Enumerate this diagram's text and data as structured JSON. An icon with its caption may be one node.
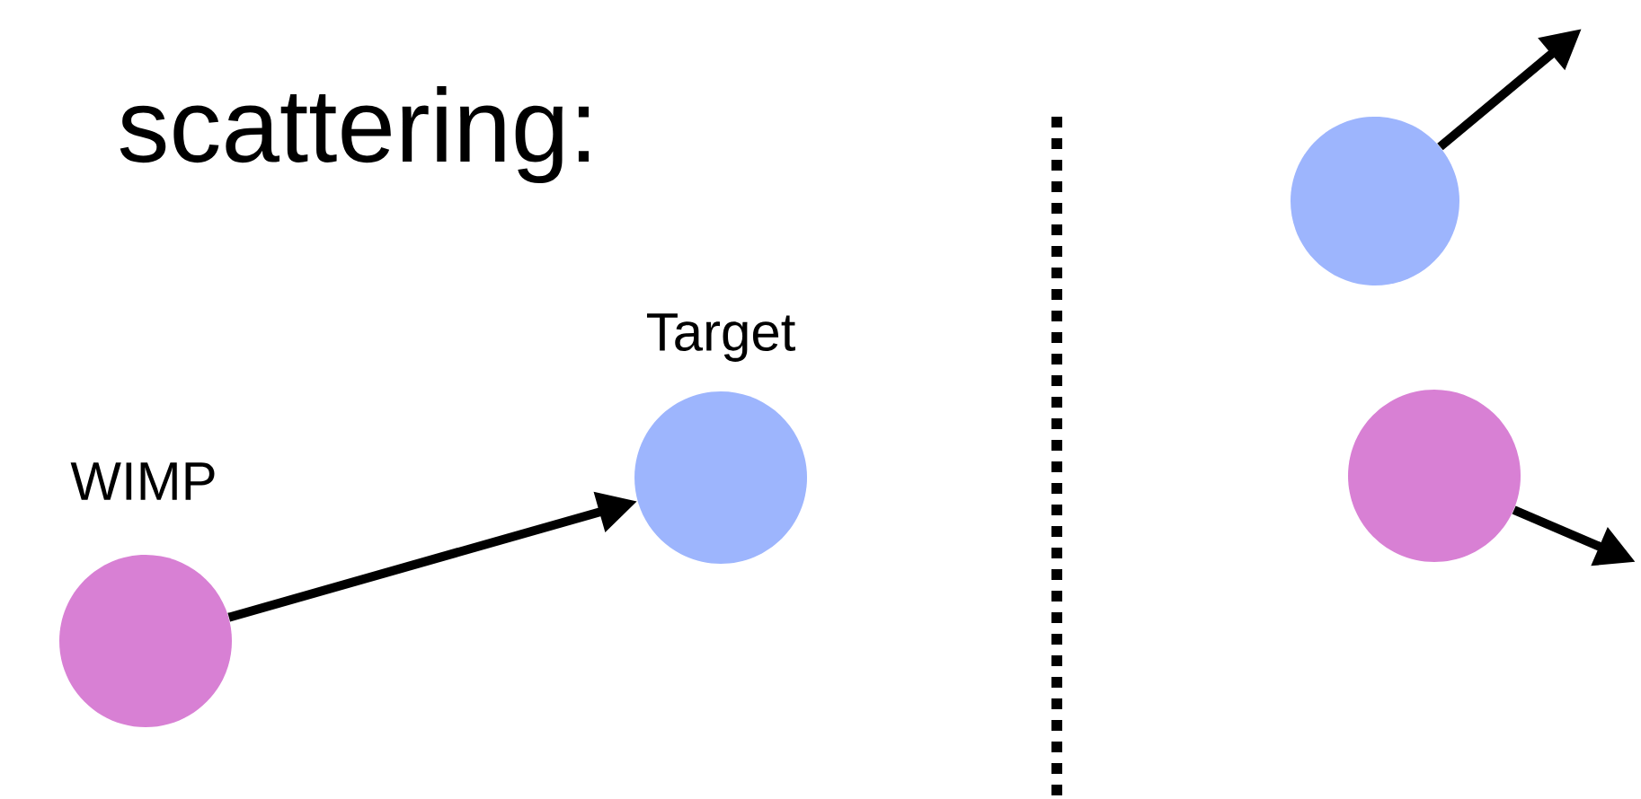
{
  "diagram": {
    "title": "scattering:",
    "nodes": [
      {
        "text": [
          "WIMP"
        ]
      },
      {
        "text": [
          "Target"
        ]
      },
      {
        "text": [],
        "shape": "circle"
      },
      {
        "text": [],
        "shape": "circle"
      }
    ],
    "edges": [
      {
        "from": 0,
        "to": 1,
        "arrow": "to"
      },
      {
        "from": 2,
        "to": null,
        "arrow": "to"
      },
      {
        "from": 3,
        "to": null,
        "arrow": "to"
      }
    ]
  }
}
